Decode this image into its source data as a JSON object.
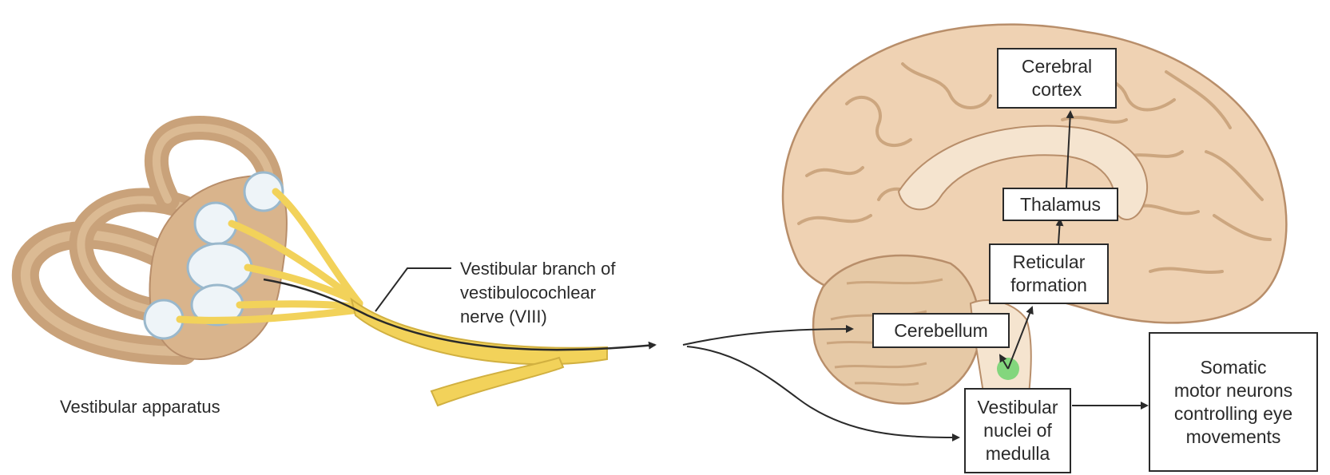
{
  "labels": {
    "vestibular_apparatus": "Vestibular apparatus",
    "nerve_line1": "Vestibular branch of",
    "nerve_line2": "vestibulocochlear",
    "nerve_line3": "nerve (VIII)"
  },
  "boxes": {
    "cerebral_cortex": [
      "Cerebral",
      "cortex"
    ],
    "thalamus": [
      "Thalamus"
    ],
    "reticular_formation": [
      "Reticular",
      "formation"
    ],
    "cerebellum": [
      "Cerebellum"
    ],
    "vestibular_nuclei": [
      "Vestibular",
      "nuclei of",
      "medulla"
    ],
    "somatic_motor": [
      "Somatic",
      "motor neurons",
      "controlling eye",
      "movements"
    ]
  },
  "colors": {
    "bone": "#c9a27a",
    "bone_light": "#e8c9a4",
    "membrane": "#eef4f8",
    "membrane_edge": "#9ab8cc",
    "nerve": "#f2d25a",
    "brain": "#efd2b3",
    "brain_edge": "#b88e6a",
    "nucleus": "#6fd46f",
    "ink": "#2a2a2a"
  }
}
